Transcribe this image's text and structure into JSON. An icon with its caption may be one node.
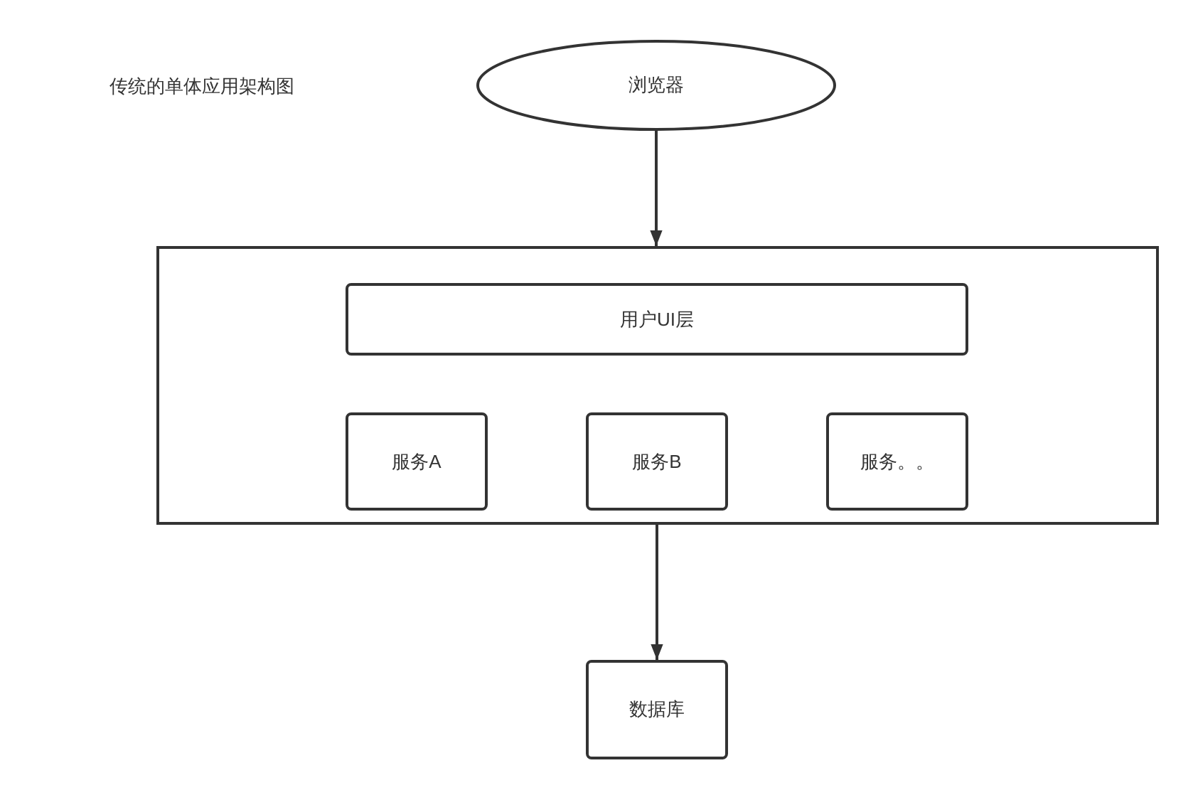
{
  "diagram": {
    "title": "传统的单体应用架构图",
    "nodes": [
      {
        "text": [
          "浏览器"
        ]
      },
      {
        "text": [],
        "shape": "box"
      },
      {
        "text": [
          "用户UI层"
        ],
        "in": 1
      },
      {
        "text": [
          "服务A"
        ],
        "in": 1
      },
      {
        "text": [
          "服务B"
        ],
        "in": 1
      },
      {
        "text": [
          "服务。。"
        ],
        "in": 1
      },
      {
        "text": [
          "数据库"
        ]
      }
    ],
    "edges": [
      {
        "from": 0,
        "to": 1,
        "arrow": "to"
      },
      {
        "from": 1,
        "to": 6,
        "arrow": "to"
      }
    ]
  }
}
